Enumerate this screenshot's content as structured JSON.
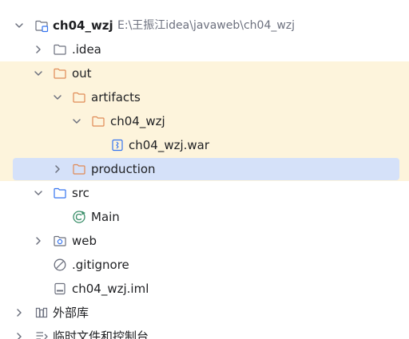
{
  "colors": {
    "folder_stroke": "#6c707e",
    "excluded_folder_stroke": "#e08a55",
    "tint_row": "#fdf4dc",
    "selected_row": "#d5e1f9",
    "class_icon": "#3b8f6a"
  },
  "tree": {
    "project": {
      "label": "ch04_wzj",
      "path": "E:\\王振江idea\\javaweb\\ch04_wzj",
      "icon": "module-folder-icon"
    },
    "idea": {
      "label": ".idea",
      "icon": "folder-icon"
    },
    "out": {
      "label": "out",
      "icon": "excluded-folder-icon"
    },
    "artifacts": {
      "label": "artifacts",
      "icon": "excluded-folder-icon"
    },
    "artifact_dir": {
      "label": "ch04_wzj",
      "icon": "excluded-folder-icon"
    },
    "war_file": {
      "label": "ch04_wzj.war",
      "icon": "archive-icon"
    },
    "production": {
      "label": "production",
      "icon": "excluded-folder-icon"
    },
    "src": {
      "label": "src",
      "icon": "source-folder-icon"
    },
    "main": {
      "label": "Main",
      "icon": "java-class-icon"
    },
    "web": {
      "label": "web",
      "icon": "web-folder-icon"
    },
    "gitignore": {
      "label": ".gitignore",
      "icon": "ignored-file-icon"
    },
    "iml": {
      "label": "ch04_wzj.iml",
      "icon": "iml-file-icon"
    },
    "external_libs": {
      "label": "外部库",
      "icon": "library-icon"
    },
    "scratches": {
      "label": "临时文件和控制台",
      "icon": "scratches-icon"
    }
  }
}
